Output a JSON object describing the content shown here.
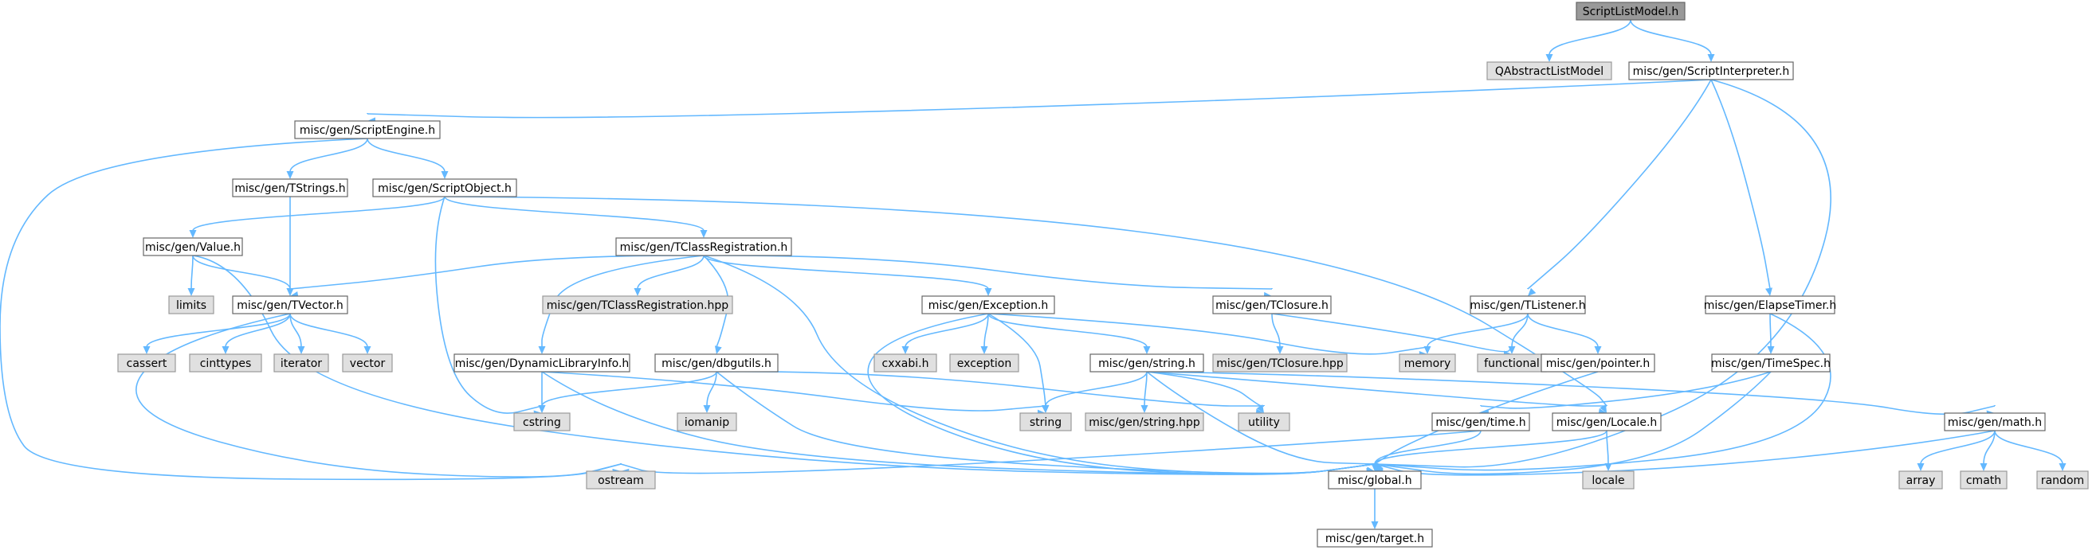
{
  "colors": {
    "edge": "#63b8ff",
    "root_fill": "#999999",
    "root_stroke": "#666666",
    "project_fill": "#ffffff",
    "project_stroke": "#666666",
    "system_fill": "#e0e0e0",
    "system_stroke": "#999999"
  },
  "nodes": {
    "scriptlistmodel": {
      "label": "ScriptListModel.h",
      "kind": "root"
    },
    "qabstractlistmodel": {
      "label": "QAbstractListModel",
      "kind": "system"
    },
    "scriptinterpreter": {
      "label": "misc/gen/ScriptInterpreter.h",
      "kind": "project"
    },
    "scriptengine": {
      "label": "misc/gen/ScriptEngine.h",
      "kind": "project"
    },
    "tstrings": {
      "label": "misc/gen/TStrings.h",
      "kind": "project"
    },
    "scriptobject": {
      "label": "misc/gen/ScriptObject.h",
      "kind": "project"
    },
    "value": {
      "label": "misc/gen/Value.h",
      "kind": "project"
    },
    "limits": {
      "label": "limits",
      "kind": "system"
    },
    "tvector": {
      "label": "misc/gen/TVector.h",
      "kind": "project"
    },
    "tclassregistration": {
      "label": "misc/gen/TClassRegistration.h",
      "kind": "project"
    },
    "tclassregistration_hpp": {
      "label": "misc/gen/TClassRegistration.hpp",
      "kind": "system"
    },
    "exception_h": {
      "label": "misc/gen/Exception.h",
      "kind": "project"
    },
    "tclosure": {
      "label": "misc/gen/TClosure.h",
      "kind": "project"
    },
    "tlistener": {
      "label": "misc/gen/TListener.h",
      "kind": "project"
    },
    "elapsetimer": {
      "label": "misc/gen/ElapseTimer.h",
      "kind": "project"
    },
    "cassert": {
      "label": "cassert",
      "kind": "system"
    },
    "cinttypes": {
      "label": "cinttypes",
      "kind": "system"
    },
    "iterator": {
      "label": "iterator",
      "kind": "system"
    },
    "vector": {
      "label": "vector",
      "kind": "system"
    },
    "dynamiclibraryinfo": {
      "label": "misc/gen/DynamicLibraryInfo.h",
      "kind": "project"
    },
    "dbgutils": {
      "label": "misc/gen/dbgutils.h",
      "kind": "project"
    },
    "cxxabi": {
      "label": "cxxabi.h",
      "kind": "system"
    },
    "exception_sys": {
      "label": "exception",
      "kind": "system"
    },
    "memory": {
      "label": "memory",
      "kind": "system"
    },
    "functional": {
      "label": "functional",
      "kind": "system"
    },
    "tclosure_hpp": {
      "label": "misc/gen/TClosure.hpp",
      "kind": "system"
    },
    "pointer": {
      "label": "misc/gen/pointer.h",
      "kind": "project"
    },
    "timespec": {
      "label": "misc/gen/TimeSpec.h",
      "kind": "project"
    },
    "string_h": {
      "label": "misc/gen/string.h",
      "kind": "project"
    },
    "cstring": {
      "label": "cstring",
      "kind": "system"
    },
    "iomanip": {
      "label": "iomanip",
      "kind": "system"
    },
    "string_sys": {
      "label": "string",
      "kind": "system"
    },
    "string_hpp": {
      "label": "misc/gen/string.hpp",
      "kind": "system"
    },
    "utility": {
      "label": "utility",
      "kind": "system"
    },
    "time_h": {
      "label": "misc/gen/time.h",
      "kind": "project"
    },
    "locale_h": {
      "label": "misc/gen/Locale.h",
      "kind": "project"
    },
    "math_h": {
      "label": "misc/gen/math.h",
      "kind": "project"
    },
    "ostream": {
      "label": "ostream",
      "kind": "system"
    },
    "global": {
      "label": "misc/global.h",
      "kind": "project"
    },
    "locale_sys": {
      "label": "locale",
      "kind": "system"
    },
    "array": {
      "label": "array",
      "kind": "system"
    },
    "cmath": {
      "label": "cmath",
      "kind": "system"
    },
    "random": {
      "label": "random",
      "kind": "system"
    },
    "target": {
      "label": "misc/gen/target.h",
      "kind": "project"
    }
  }
}
